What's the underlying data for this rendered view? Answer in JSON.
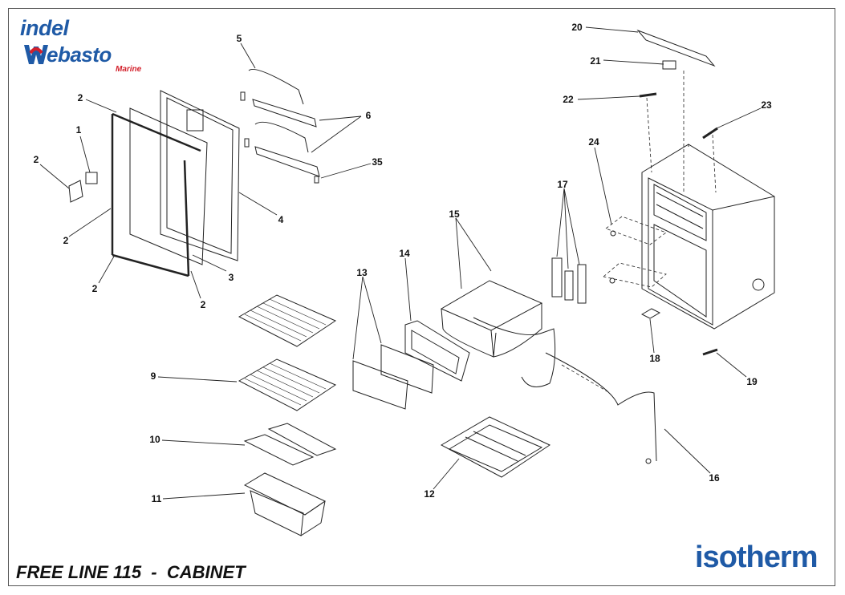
{
  "title": "FREE LINE 115  -  CABINET",
  "brands": {
    "indel": "indel",
    "webasto": "ebasto",
    "marine": "Marine",
    "isotherm": "isotherm"
  },
  "colors": {
    "brand_blue": "#1f5aa6",
    "brand_red": "#d3202b",
    "line": "#222222"
  },
  "callouts": [
    {
      "id": "c5",
      "text": "5"
    },
    {
      "id": "c2a",
      "text": "2"
    },
    {
      "id": "c1",
      "text": "1"
    },
    {
      "id": "c2b",
      "text": "2"
    },
    {
      "id": "c2c",
      "text": "2"
    },
    {
      "id": "c2d",
      "text": "2"
    },
    {
      "id": "c2e",
      "text": "2"
    },
    {
      "id": "c3",
      "text": "3"
    },
    {
      "id": "c4",
      "text": "4"
    },
    {
      "id": "c6",
      "text": "6"
    },
    {
      "id": "c35",
      "text": "35"
    },
    {
      "id": "c9",
      "text": "9"
    },
    {
      "id": "c10",
      "text": "10"
    },
    {
      "id": "c11",
      "text": "11"
    },
    {
      "id": "c13",
      "text": "13"
    },
    {
      "id": "c14",
      "text": "14"
    },
    {
      "id": "c15",
      "text": "15"
    },
    {
      "id": "c12",
      "text": "12"
    },
    {
      "id": "c16",
      "text": "16"
    },
    {
      "id": "c17",
      "text": "17"
    },
    {
      "id": "c18",
      "text": "18"
    },
    {
      "id": "c19",
      "text": "19"
    },
    {
      "id": "c20",
      "text": "20"
    },
    {
      "id": "c21",
      "text": "21"
    },
    {
      "id": "c22",
      "text": "22"
    },
    {
      "id": "c23",
      "text": "23"
    },
    {
      "id": "c24",
      "text": "24"
    }
  ]
}
